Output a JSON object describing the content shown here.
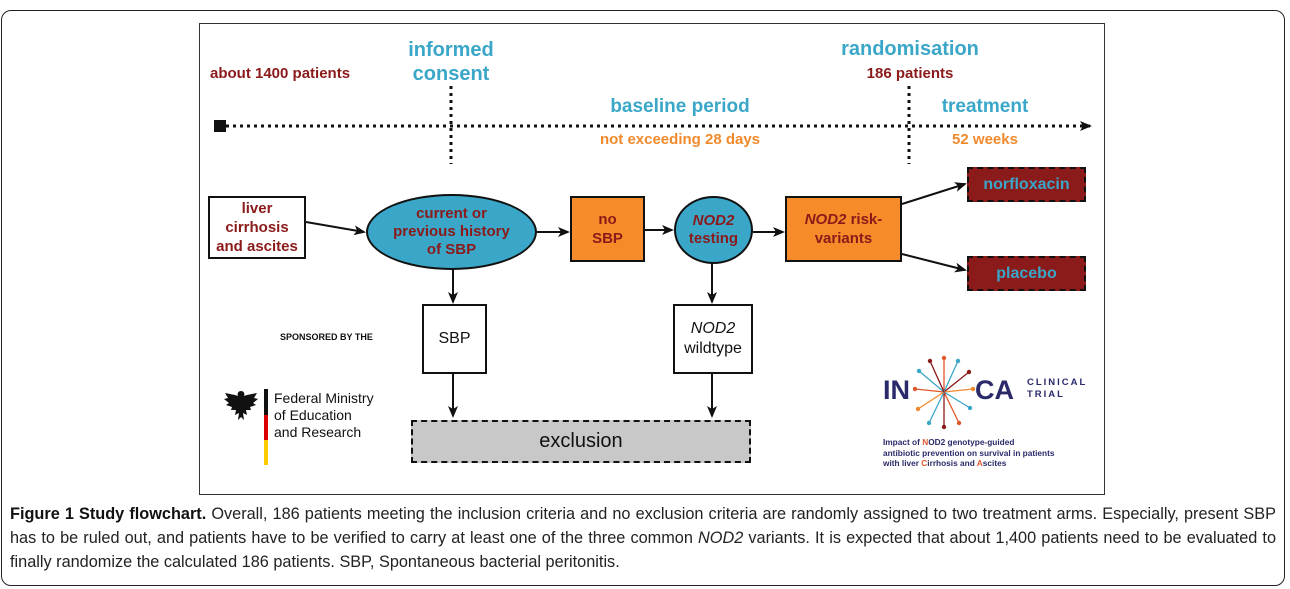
{
  "timeline": {
    "patients_start": "about 1400 patients",
    "consent_line1": "informed",
    "consent_line2": "consent",
    "baseline": "baseline period",
    "baseline_sub": "not exceeding 28 days",
    "randomisation": "randomisation",
    "randomisation_sub": "186 patients",
    "treatment": "treatment",
    "treatment_sub": "52 weeks"
  },
  "nodes": {
    "cirrhosis_l1": "liver cirrhosis",
    "cirrhosis_l2": "and ascites",
    "history_l1": "current or",
    "history_l2": "previous history",
    "history_l3": "of SBP",
    "no_sbp_l1": "no",
    "no_sbp_l2": "SBP",
    "nod2_testing_l1": "NOD2",
    "nod2_testing_l2": "testing",
    "risk_italic": "NOD2",
    "risk_rest": " risk-",
    "risk_l2": "variants",
    "norfloxacin": "norfloxacin",
    "placebo": "placebo",
    "sbp": "SBP",
    "wildtype_l1": "NOD2",
    "wildtype_l2": "wildtype",
    "exclusion": "exclusion"
  },
  "sponsor": {
    "header": "SPONSORED BY THE",
    "l1": "Federal Ministry",
    "l2": "of Education",
    "l3": "and Research"
  },
  "logo": {
    "in": "IN",
    "ca": "CA",
    "clinical": "CLINICAL",
    "trial": "TRIAL",
    "desc1_pre": "Impact of ",
    "desc1_n": "N",
    "desc1_post": "OD2 genotype-guided",
    "desc2": "antibiotic prevention on survival in patients",
    "desc3_pre": "with liver ",
    "desc3_c": "C",
    "desc3_mid": "irrhosis and ",
    "desc3_a": "A",
    "desc3_post": "scites"
  },
  "caption": {
    "label": "Figure 1 Study flowchart.",
    "text1": " Overall, 186 patients meeting the inclusion criteria and no exclusion criteria are randomly assigned to two treatment arms. Especially, present SBP has to be ruled out, and patients have to be verified to carry at least one of the three common ",
    "nod2": "NOD2",
    "text2": " variants. It is expected that about 1,400 patients need to be evaluated to finally randomize the calculated 186 patients. SBP, Spontaneous bacterial peritonitis."
  },
  "colors": {
    "teal": "#3aa6c8",
    "dark_red": "#8b1a1a",
    "orange": "#f68b2a",
    "grey": "#c8c8c8"
  }
}
